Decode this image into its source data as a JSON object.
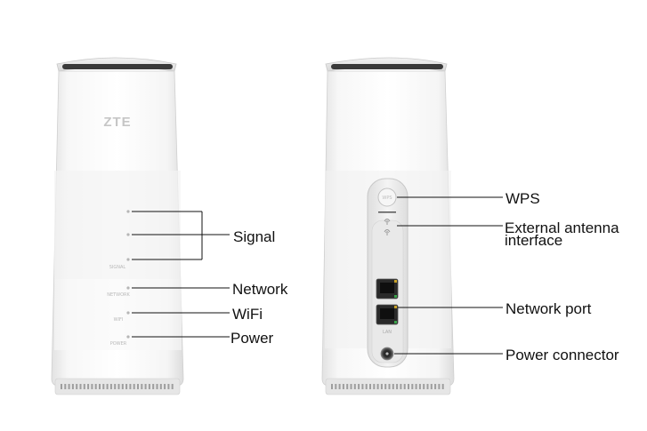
{
  "front_device": {
    "brand": "ZTE",
    "led_labels": [
      "SIGNAL",
      "NETWORK",
      "WIFI",
      "POWER"
    ]
  },
  "back_device": {
    "wps_button_text": "WPS",
    "port_label": "LAN"
  },
  "callouts": {
    "signal": "Signal",
    "network": "Network",
    "wifi": "WiFi",
    "power": "Power",
    "wps": "WPS",
    "antenna_line1": "External antenna",
    "antenna_line2": "interface",
    "network_port": "Network port",
    "power_connector": "Power connector"
  }
}
